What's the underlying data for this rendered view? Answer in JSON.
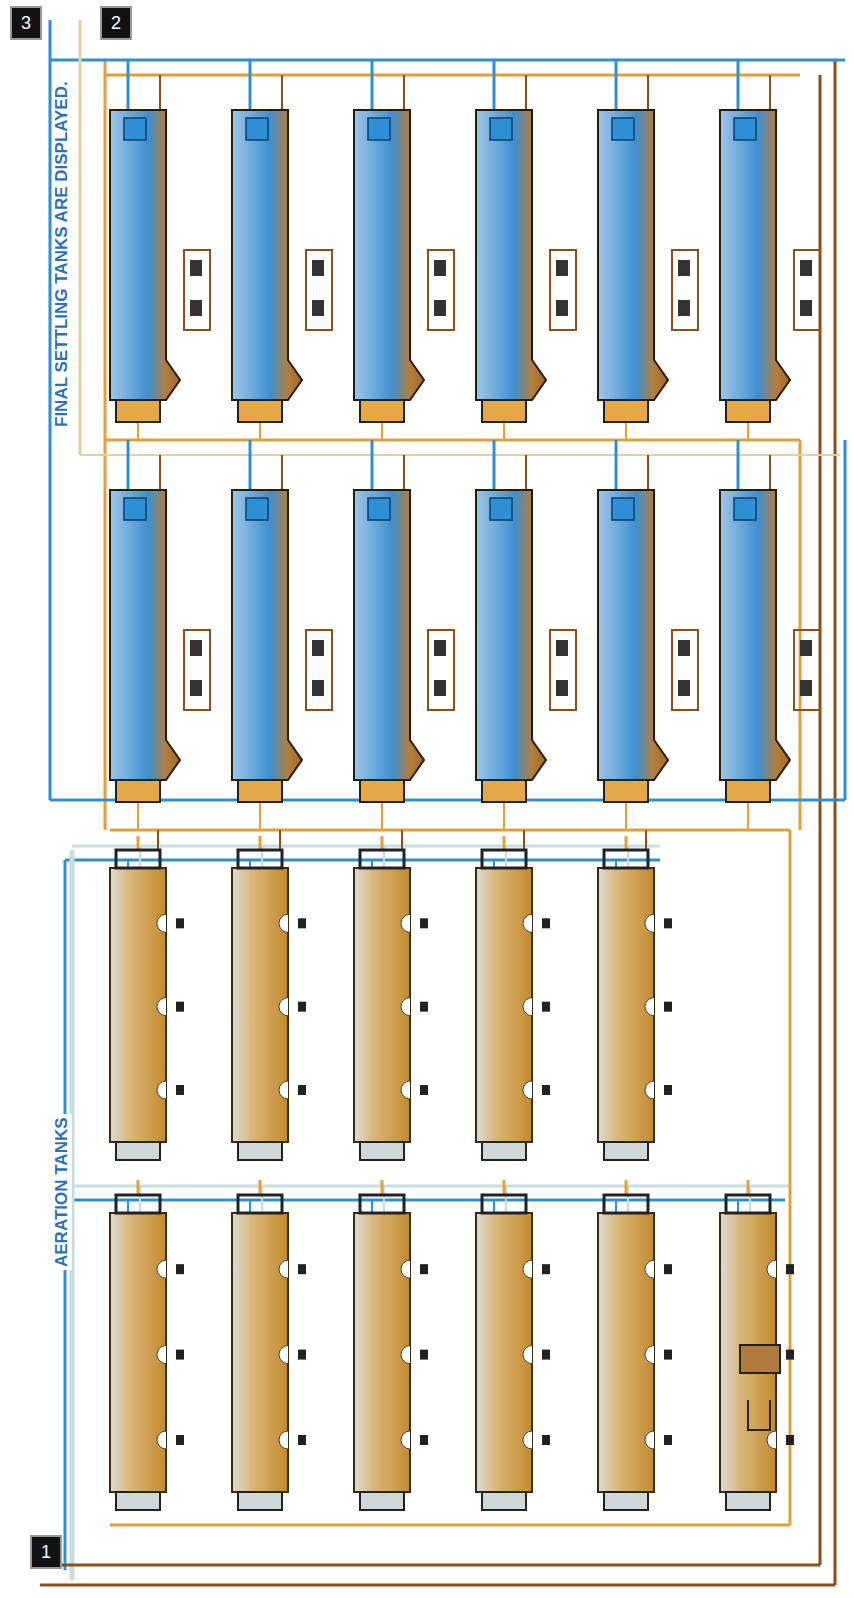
{
  "diagram": {
    "labels": [
      "FINAL SETTLING TANKS ARE DISPLAYED.",
      "AERATION TANKS",
      "1",
      "2",
      "3"
    ]
  }
}
